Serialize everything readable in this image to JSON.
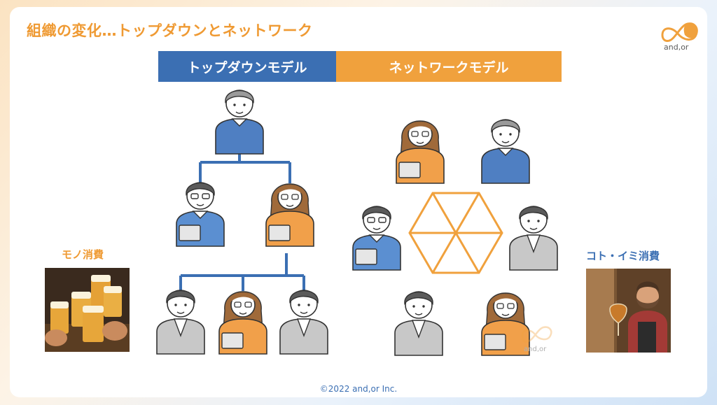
{
  "title": "組織の変化…トップダウンとネットワーク",
  "logo": {
    "text": "and,or",
    "watermark": "and,or"
  },
  "headers": {
    "left": "トップダウンモデル",
    "right": "ネットワークモデル"
  },
  "side_labels": {
    "left": "モノ消費",
    "right": "コト・イミ消費"
  },
  "footer": "©2022 and,or Inc.",
  "colors": {
    "orange": "#f0a13d",
    "blue": "#3b6fb3",
    "title": "#ef9a33"
  }
}
